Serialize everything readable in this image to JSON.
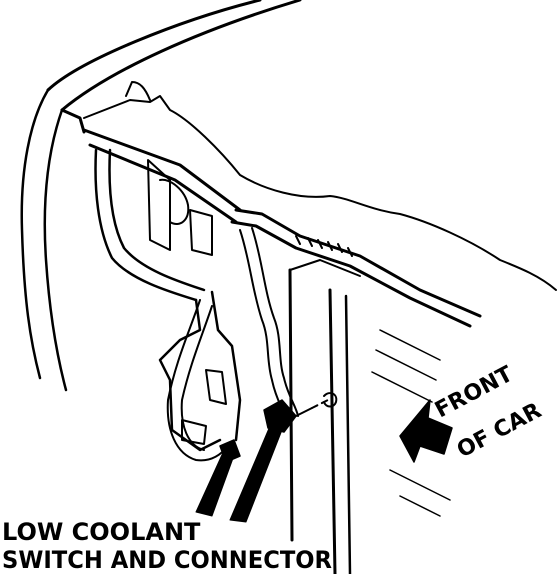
{
  "diagram": {
    "labels": {
      "front_of_car_line1": "FRONT",
      "front_of_car_line2": "OF CAR",
      "callout_line1": "LOW COOLANT",
      "callout_line2": "SWITCH AND CONNECTOR"
    },
    "ink_color": "#000000",
    "paper_color": "#ffffff"
  }
}
